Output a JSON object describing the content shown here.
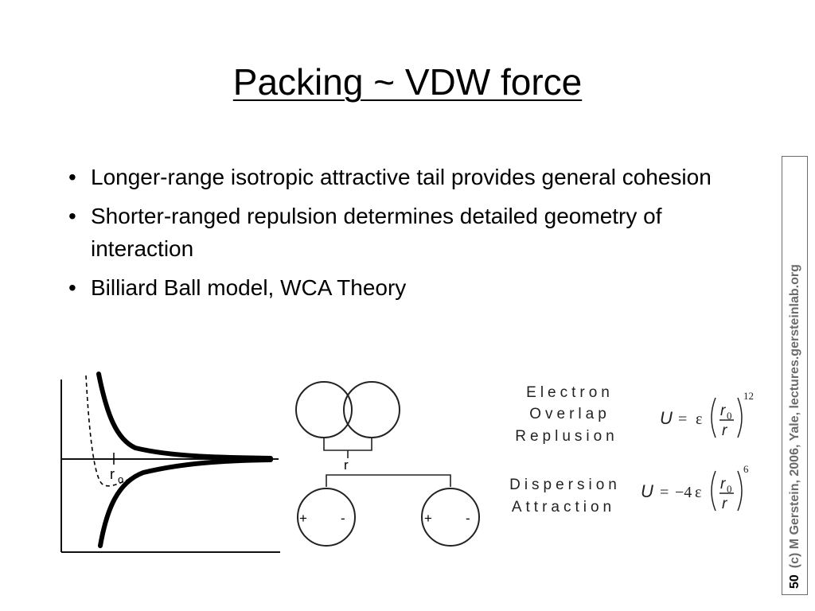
{
  "title": "Packing ~ VDW force",
  "bullets": [
    "Longer-range isotropic attractive tail provides general cohesion",
    "Shorter-ranged repulsion determines detailed geometry of interaction",
    "Billiard Ball model, WCA Theory"
  ],
  "bullet_symbol": "•",
  "figure": {
    "plot_label": "r",
    "plot_label_sub": "o",
    "separation_label": "r",
    "charge_plus": "+",
    "charge_minus": "-",
    "repulsion_label": [
      "Electron",
      "Overlap",
      "Replusion"
    ],
    "attraction_label": [
      "Dispersion",
      "Attraction"
    ],
    "eq1": {
      "lhs": "U",
      "eq": "=",
      "prefix": "ε",
      "num": "r",
      "num_sub": "0",
      "den": "r",
      "exp": "12"
    },
    "eq2": {
      "lhs": "U",
      "eq": "=",
      "prefix": "−4",
      "epsilon": "ε",
      "num": "r",
      "num_sub": "0",
      "den": "r",
      "exp": "6"
    }
  },
  "footer": {
    "page_number": "50",
    "credit": "(c) M Gerstein, 2006, Yale, lectures.gersteinlab.org"
  }
}
